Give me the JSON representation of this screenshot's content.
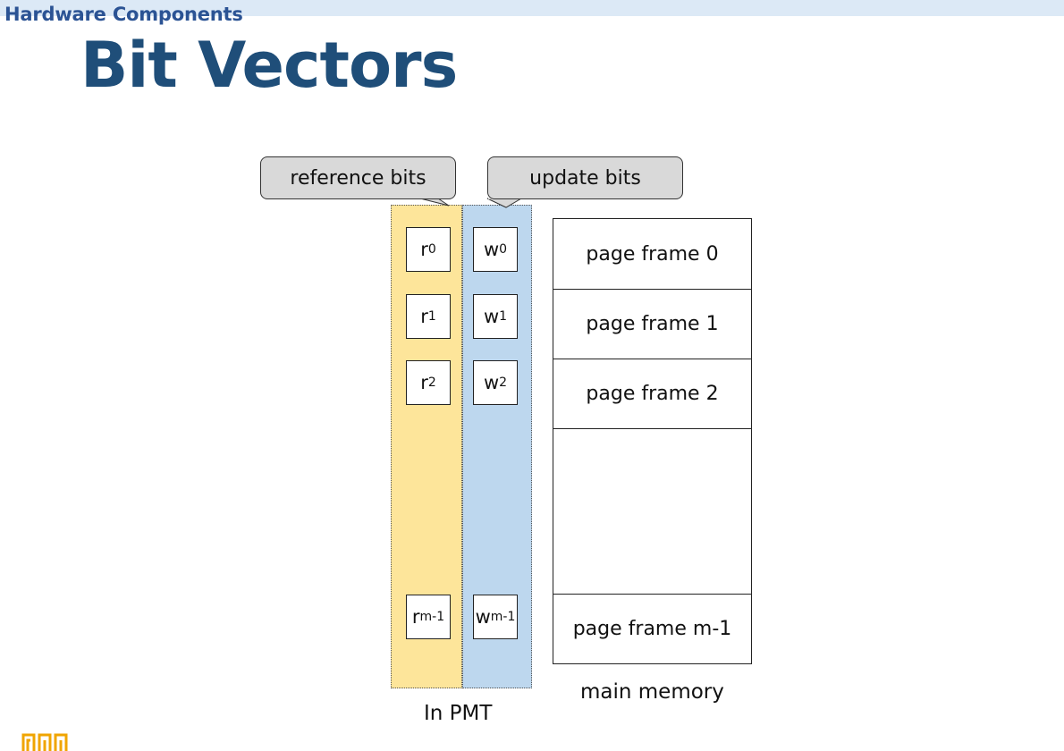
{
  "header": {
    "section": "Hardware Components",
    "title": "Bit Vectors"
  },
  "callouts": {
    "reference": "reference bits",
    "update": "update bits"
  },
  "reference_bits": [
    {
      "base": "r",
      "sub": "0"
    },
    {
      "base": "r",
      "sub": "1"
    },
    {
      "base": "r",
      "sub": "2"
    },
    {
      "base": "r",
      "sub": "m-1"
    }
  ],
  "update_bits": [
    {
      "base": "w",
      "sub": "0"
    },
    {
      "base": "w",
      "sub": "1"
    },
    {
      "base": "w",
      "sub": "2"
    },
    {
      "base": "w",
      "sub": "m-1"
    }
  ],
  "memory": {
    "frames": [
      "page frame 0",
      "page frame 1",
      "page frame 2",
      "",
      "page frame m-1"
    ],
    "caption": "main memory"
  },
  "pmt_caption": "In PMT",
  "colors": {
    "reference_column": "#fde59a",
    "update_column": "#bdd7ee",
    "callout": "#d9d9d9",
    "title": "#1f4e79",
    "logo": "#f0a500"
  },
  "icons": {
    "logo": "university-logo-icon"
  }
}
